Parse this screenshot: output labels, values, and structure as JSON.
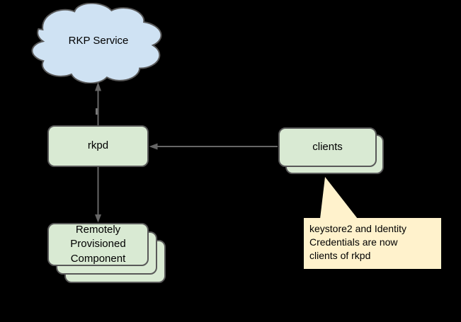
{
  "diagram": {
    "background": "#000000",
    "colors": {
      "cloud_fill": "#cfe2f3",
      "box_fill": "#d9ead3",
      "callout_fill": "#fff2cc",
      "border": "#595959",
      "arrow": "#666666",
      "text": "#000000"
    },
    "nodes": {
      "rkp_service": {
        "label": "RKP Service",
        "shape": "cloud"
      },
      "rkpd": {
        "label": "rkpd",
        "shape": "rounded-rect"
      },
      "clients": {
        "label": "clients",
        "shape": "rounded-rect",
        "stack_count": 2
      },
      "rpc": {
        "label": "Remotely\nProvisioned\nComponent",
        "shape": "rounded-rect",
        "stack_count": 3
      }
    },
    "callout": {
      "text": "keystore2 and Identity\nCredentials are now\nclients of rkpd"
    },
    "connectors": [
      {
        "id": "rkpd-to-rkp-service",
        "from": "rkpd",
        "to": "rkp_service",
        "arrow_at": "rkp_service"
      },
      {
        "id": "clients-to-rkpd",
        "from": "clients",
        "to": "rkpd",
        "arrow_at": "rkpd"
      },
      {
        "id": "rkpd-to-rpc",
        "from": "rkpd",
        "to": "rpc",
        "arrow_at": "rpc"
      }
    ]
  }
}
